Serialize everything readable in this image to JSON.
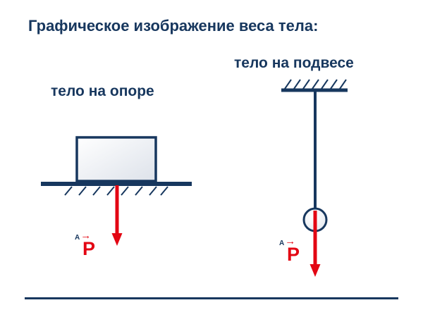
{
  "title": "Графическое изображение веса тела:",
  "vector_arrow": "→",
  "left": {
    "caption": "тело на опоре",
    "point_label": "A",
    "vector_label": "P"
  },
  "right": {
    "caption": "тело на подвесе",
    "point_label": "A",
    "vector_label": "P"
  },
  "colors": {
    "line_navy": "#17375E",
    "arrow_red": "#E30613"
  }
}
